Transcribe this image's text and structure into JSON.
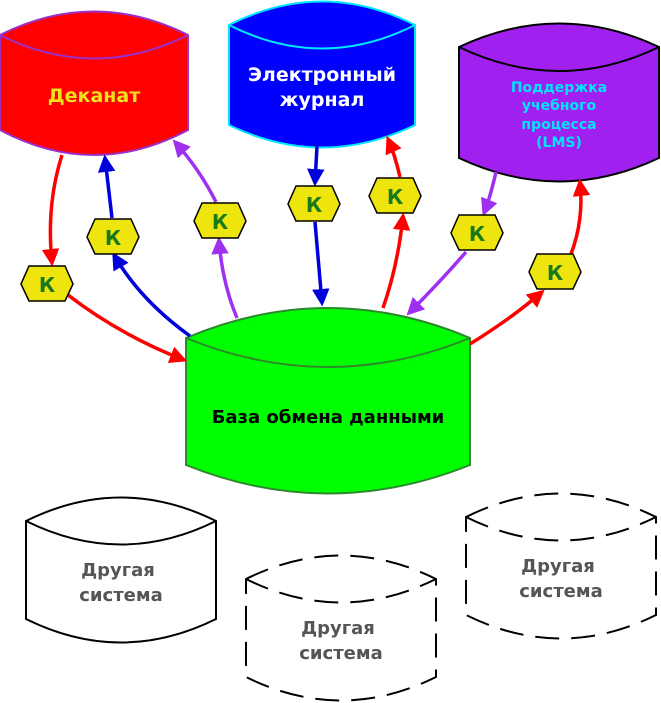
{
  "nodes": {
    "dean": {
      "label": "Деканат",
      "fill": "#ff0000",
      "stroke": "#9b30c8",
      "text_color": "#f2e21b"
    },
    "journal": {
      "lines": [
        "Электронный",
        "журнал"
      ],
      "fill": "#0000ff",
      "stroke": "#00e6ff",
      "text_color": "#ffffff"
    },
    "lms": {
      "lines": [
        "Поддержка",
        "учебного",
        "процесса",
        "(LMS)"
      ],
      "fill": "#a020f0",
      "stroke": "#000000",
      "text_color": "#00e6ff"
    },
    "hub": {
      "label": "База обмена данными",
      "fill": "#00ff00",
      "stroke": "#2c8a2c",
      "text_color": "#000000"
    },
    "others": [
      {
        "lines": [
          "Другая",
          "система"
        ],
        "style": "solid"
      },
      {
        "lines": [
          "Другая",
          "система"
        ],
        "style": "dashed"
      },
      {
        "lines": [
          "Другая",
          "система"
        ],
        "style": "dashed"
      }
    ]
  },
  "connector_label": "К",
  "connector_fill": "#eee50f",
  "connector_text_color": "#1a7a1a",
  "arrow_colors": {
    "red": "#ff0000",
    "blue": "#0000dd",
    "purple": "#a030f0"
  },
  "other_text_color": "#555555"
}
